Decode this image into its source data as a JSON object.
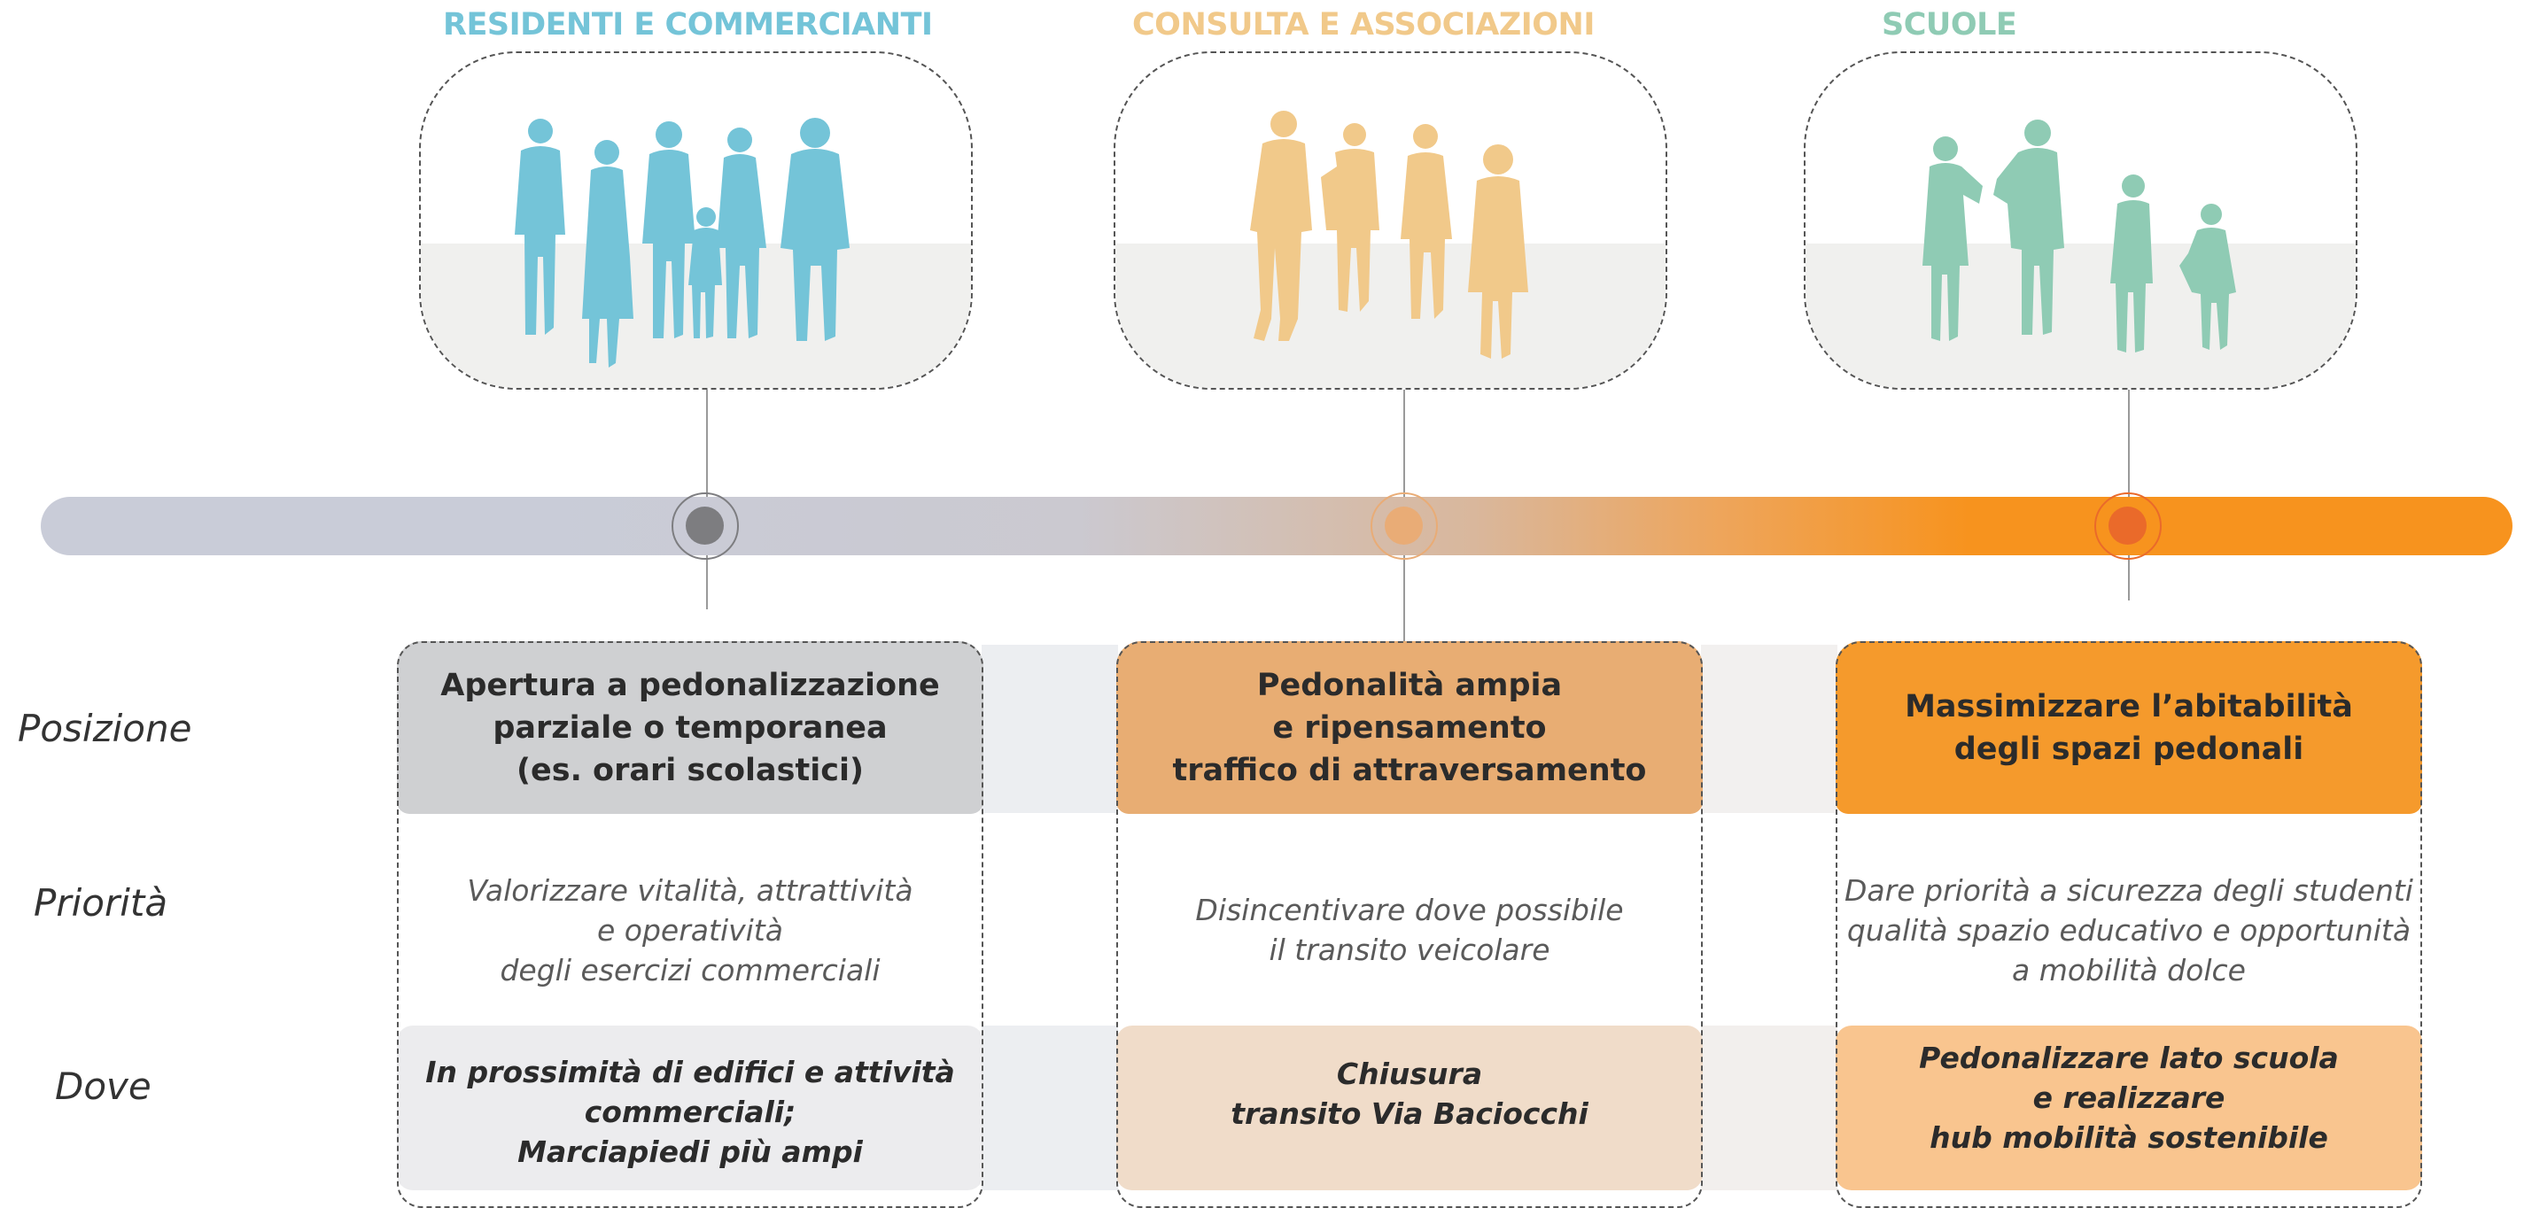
{
  "groups": [
    {
      "title": "RESIDENTI E COMMERCIANTI",
      "color": "#74c4d8"
    },
    {
      "title": "CONSULTA E ASSOCIAZIONI",
      "color": "#f1c98a"
    },
    {
      "title": "SCUOLE",
      "color": "#8fcbb4"
    }
  ],
  "row_labels": {
    "posizione": "Posizione",
    "priorita": "Priorità",
    "dove": "Dove"
  },
  "columns": [
    {
      "posizione": "Apertura a pedonalizzazione\nparziale o temporanea\n(es. orari scolastici)",
      "priorita": "Valorizzare vitalità, attrattività\ne operatività\ndegli esercizi commerciali",
      "dove": "In prossimità di edifici e attività\ncommerciali;\nMarciapiedi più ampi",
      "pos_color": "#cfd0d2",
      "dove_color": "#ececee",
      "marker_color": "#7d7d80"
    },
    {
      "posizione": "Pedonalità ampia\ne ripensamento\ntraffico di attraversamento",
      "priorita": "Disincentivare dove possibile\nil transito veicolare",
      "dove": "Chiusura\ntransito Via Baciocchi",
      "pos_color": "#e8ad73",
      "dove_color": "#f0dcc9",
      "marker_color": "#e9ac76"
    },
    {
      "posizione": "Massimizzare l’abitabilità\ndegli spazi pedonali",
      "priorita": "Dare priorità a sicurezza degli studenti\nqualità spazio educativo e opportunità\na mobilità dolce",
      "dove": "Pedonalizzare lato scuola\ne realizzare\nhub mobilità sostenibile",
      "pos_color": "#f59a2c",
      "dove_color": "#f9c58f",
      "marker_color": "#ea6a2a"
    }
  ],
  "timeline": {
    "start_color": "#c9ccd8",
    "end_color": "#f7931e"
  }
}
